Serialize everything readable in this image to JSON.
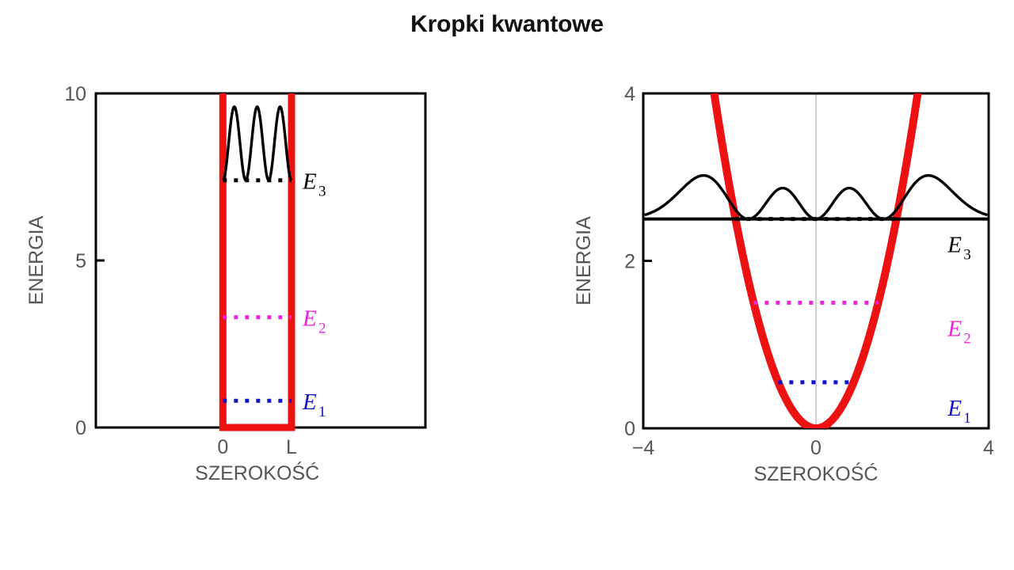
{
  "title": "Kropki kwantowe",
  "colors": {
    "potential_red": "#ee1111",
    "level_1_blue": "#1111cc",
    "level_2_magenta": "#ee22dd",
    "level_3_black": "#000000",
    "axis_black": "#000000",
    "label_gray": "#555555",
    "gridline_gray": "#b9b9b9",
    "title_black": "#111111"
  },
  "panels": [
    {
      "id": "infinite-square-well",
      "axis": {
        "ylabel": "ENERGIA",
        "xlabel": "SZEROKOŚĆ",
        "ylim": [
          0,
          10
        ],
        "yticks": [
          0,
          5,
          10
        ],
        "ytick_labels": [
          "0",
          "5",
          "10"
        ],
        "xlim": [
          -1.85,
          2.95
        ],
        "xticks": [
          0,
          1
        ],
        "xtick_labels": [
          "0",
          "L"
        ],
        "grid": false
      },
      "well": {
        "type": "infinite-square-well",
        "x_left": 0,
        "x_right": 1,
        "wall_top": 10,
        "floor": 0
      },
      "levels": [
        {
          "name": "E1",
          "label": "E",
          "sub": "1",
          "energy": 0.8,
          "color": "#1111cc",
          "style": "dotted",
          "x_start": 0,
          "x_end": 1,
          "wavefunction": null
        },
        {
          "name": "E2",
          "label": "E",
          "sub": "2",
          "energy": 3.3,
          "color": "#ee22dd",
          "style": "dotted",
          "x_start": 0,
          "x_end": 1,
          "wavefunction": null
        },
        {
          "name": "E3",
          "label": "E",
          "sub": "3",
          "energy": 7.4,
          "color": "#000000",
          "style": "dotted",
          "x_start": 0,
          "x_end": 1,
          "wavefunction": {
            "kind": "square-well-probability",
            "n": 3,
            "peaks": 3,
            "amplitude": 2.2
          }
        }
      ]
    },
    {
      "id": "harmonic-oscillator",
      "axis": {
        "ylabel": "ENERGIA",
        "xlabel": "SZEROKOŚĆ",
        "ylim": [
          0,
          4
        ],
        "yticks": [
          0,
          2,
          4
        ],
        "ytick_labels": [
          "0",
          "2",
          "4"
        ],
        "xlim": [
          -4,
          4
        ],
        "xticks": [
          -4,
          0,
          4
        ],
        "xtick_labels": [
          "−4",
          "0",
          "4"
        ],
        "grid": true,
        "center_gridline_x": 0
      },
      "well": {
        "type": "parabolic",
        "vertex_x": 0,
        "vertex_y": 0,
        "curvature": 0.72
      },
      "levels": [
        {
          "name": "E1",
          "label": "E",
          "sub": "1",
          "energy": 0.55,
          "color": "#1111cc",
          "style": "dotted",
          "turning_points": true,
          "wavefunction": null
        },
        {
          "name": "E2",
          "label": "E",
          "sub": "2",
          "energy": 1.5,
          "color": "#ee22dd",
          "style": "dotted",
          "turning_points": true,
          "wavefunction": null
        },
        {
          "name": "E3",
          "label": "E",
          "sub": "3",
          "energy": 2.5,
          "color": "#000000",
          "style": "solid-plus-dotted",
          "turning_points": false,
          "wavefunction": {
            "kind": "harmonic-probability",
            "n": 3,
            "peaks": 3,
            "amplitude": 0.52,
            "center_peak_smaller": true
          }
        }
      ]
    }
  ],
  "chart_data": {
    "type": "line",
    "title": "Kropki kwantowe",
    "subtitle": "",
    "panel_count": 2,
    "charts": [
      {
        "name": "infinite-square-well",
        "xlabel": "SZEROKOŚĆ",
        "ylabel": "ENERGIA",
        "xlim": [
          -1.85,
          2.95
        ],
        "ylim": [
          0,
          10
        ],
        "xticks": [
          0,
          1
        ],
        "xtick_labels": [
          "0",
          "L"
        ],
        "yticks": [
          0,
          5,
          10
        ],
        "grid": false,
        "series": [
          {
            "name": "Potential well walls",
            "color": "#ee1111",
            "values": [
              10,
              0,
              0,
              10
            ],
            "x": [
              0,
              0,
              1,
              1
            ]
          },
          {
            "name": "E1",
            "color": "#1111cc",
            "values": [
              0.8,
              0.8
            ],
            "x": [
              0,
              1
            ]
          },
          {
            "name": "E2",
            "color": "#ee22dd",
            "values": [
              3.3,
              3.3
            ],
            "x": [
              0,
              1
            ]
          },
          {
            "name": "E3",
            "color": "#000000",
            "values": [
              7.4,
              7.4
            ],
            "x": [
              0,
              1
            ]
          },
          {
            "name": "|psi_3|^2 probability density",
            "color": "#000000",
            "values": [
              7.4,
              9.6,
              7.4,
              9.6,
              7.4,
              9.6,
              7.4
            ],
            "x": [
              0,
              0.1667,
              0.3333,
              0.5,
              0.6667,
              0.8333,
              1.0
            ]
          }
        ],
        "annotations": [
          "E₁",
          "E₂",
          "E₃"
        ]
      },
      {
        "name": "harmonic-oscillator",
        "xlabel": "SZEROKOŚĆ",
        "ylabel": "ENERGIA",
        "xlim": [
          -4,
          4
        ],
        "ylim": [
          0,
          4
        ],
        "xticks": [
          -4,
          0,
          4
        ],
        "xtick_labels": [
          "−4",
          "0",
          "4"
        ],
        "yticks": [
          0,
          2,
          4
        ],
        "grid": true,
        "series": [
          {
            "name": "Parabolic potential V = 0.72 x^2",
            "color": "#ee1111",
            "x": [
              -2.36,
              -1.5,
              -0.75,
              0,
              0.75,
              1.5,
              2.36
            ],
            "values": [
              4.0,
              1.62,
              0.405,
              0,
              0.405,
              1.62,
              4.0
            ]
          },
          {
            "name": "E1",
            "color": "#1111cc",
            "x": [
              -0.87,
              0.87
            ],
            "values": [
              0.55,
              0.55
            ]
          },
          {
            "name": "E2",
            "color": "#ee22dd",
            "x": [
              -1.44,
              1.44
            ],
            "values": [
              1.5,
              1.5
            ]
          },
          {
            "name": "E3",
            "color": "#000000",
            "x": [
              -4,
              4
            ],
            "values": [
              2.5,
              2.5
            ]
          },
          {
            "name": "|psi_3|^2 probability density",
            "color": "#000000",
            "x": [
              -2.1,
              -1.25,
              -0.62,
              0,
              0.62,
              1.25,
              2.1
            ],
            "values": [
              2.5,
              3.02,
              2.5,
              2.85,
              2.5,
              3.02,
              2.5
            ]
          }
        ],
        "annotations": [
          "E₁",
          "E₂",
          "E₃"
        ]
      }
    ]
  }
}
